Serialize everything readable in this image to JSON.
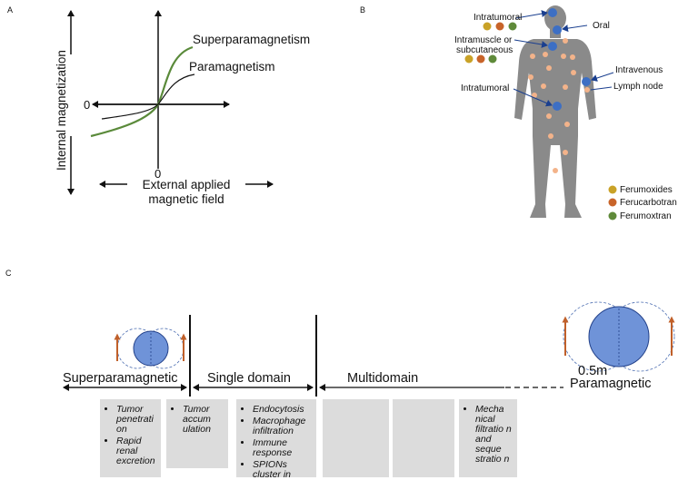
{
  "panel_a": {
    "letter": "A",
    "curve_super_label": "Superparamagnetism",
    "curve_para_label": "Paramagnetism",
    "y_axis_label": "Internal magnetization",
    "x_axis_label_line1": "External applied",
    "x_axis_label_line2": "magnetic field",
    "origin_left_zero": "0",
    "origin_bottom_zero": "0",
    "colors": {
      "super": "#5a8a3a",
      "para": "#111111"
    }
  },
  "panel_b": {
    "letter": "B",
    "labels": {
      "intratumoral_top": "Intratumoral",
      "oral": "Oral",
      "intramuscle_line1": "Intramuscle or",
      "intramuscle_line2": "subcutaneous",
      "intravenous": "Intravenous",
      "lymph_node": "Lymph node",
      "intratumoral_mid": "Intratumoral"
    },
    "legend": [
      {
        "label": "Ferumoxides",
        "color": "#c9a227"
      },
      {
        "label": "Ferucarbotran",
        "color": "#c8642a"
      },
      {
        "label": "Ferumoxtran",
        "color": "#5f8a3a"
      }
    ],
    "colors": {
      "body": "#8a8a8a",
      "site": "#3d6fc4",
      "dot": "#f3b38a"
    }
  },
  "panel_c": {
    "letter": "C",
    "region_super": "Superparamagnetic",
    "region_single": "Single domain",
    "region_multi": "Multidomain",
    "region_para": "Paramagnetic",
    "size_label": "0.5m",
    "box1": [
      "Tumor penetrati on",
      "Rapid renal excretion"
    ],
    "box2": [
      "Tumor accum ulation"
    ],
    "box3": [
      "Endocytosis",
      "Macrophage infiltration",
      "Immune response",
      "SPIONs cluster in"
    ],
    "box6": [
      "Mecha nical filtratio n and seque stratio n"
    ],
    "colors": {
      "particle": "#6f93d8",
      "arrow": "#c0602a",
      "box": "#dcdcdc"
    }
  }
}
